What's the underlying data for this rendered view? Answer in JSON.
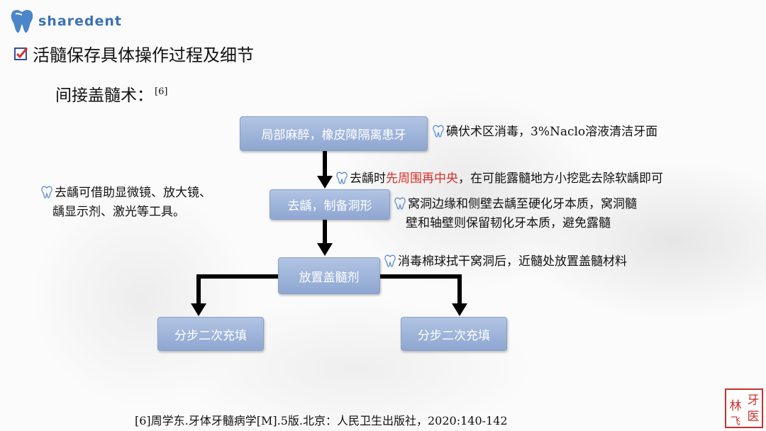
{
  "logo": {
    "text": "sharedent"
  },
  "title": "活髓保存具体操作过程及细节",
  "subtitle": {
    "text": "间接盖髓术：",
    "ref": "[6]"
  },
  "flow": {
    "step1": "局部麻醉，橡皮障隔离患牙",
    "step2": "去龋，制备洞形",
    "step3": "放置盖髓剂",
    "step4a": "分步二次充填",
    "step4b": "分步二次充填"
  },
  "notes": {
    "n1": "碘伏术区消毒，3%Naclo溶液清洁牙面",
    "n2_pre": "去龋时",
    "n2_red": "先周围再中央",
    "n2_post": "，在可能露髓地方小挖匙去除软龋即可",
    "n3_line1": "窝洞边缘和侧壁去龋至硬化牙本质，窝洞髓",
    "n3_line2": "壁和轴壁则保留韧化牙本质，避免露髓",
    "n4": "消毒棉球拭干窝洞后，近髓处放置盖髓材料",
    "left_line1": "去龋可借助显微镜、放大镜、",
    "left_line2": "龋显示剂、激光等工具。"
  },
  "footer": "[6]周学东.牙体牙髓病学[M].5版.北京：人民卫生出版社，2020:140-142",
  "seal": {
    "c1": "牙",
    "c2": "林",
    "c3": "医",
    "c4": "飞"
  },
  "colors": {
    "box": "#9fb6dc",
    "accent_red": "#d9302a",
    "logo_blue": "#3b72b5",
    "seal_red": "#c9302c"
  }
}
